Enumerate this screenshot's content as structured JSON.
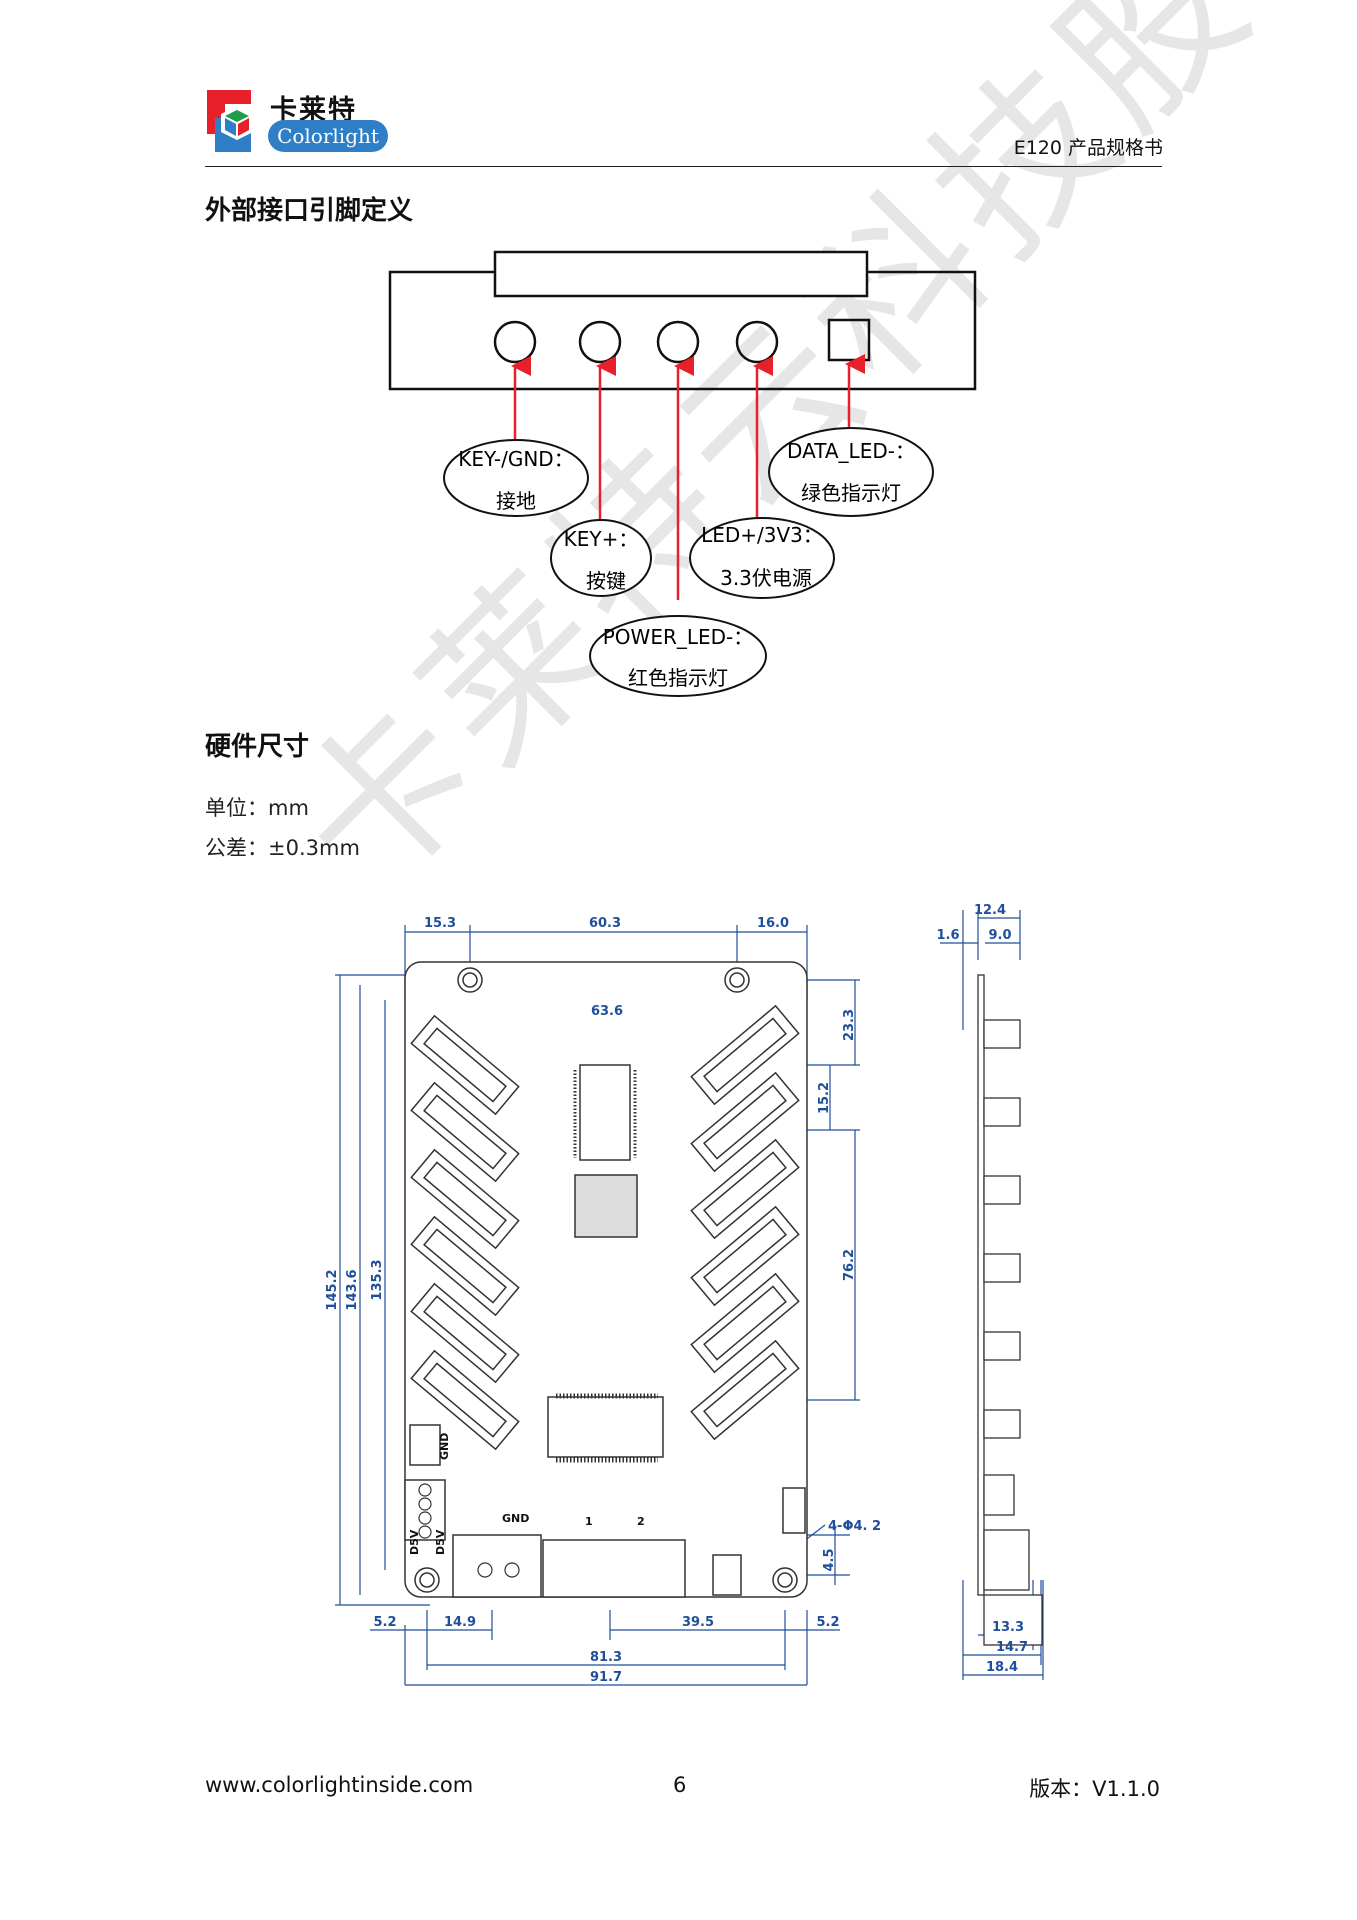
{
  "header": {
    "brand_cn": "卡莱特",
    "brand_en": "Colorlight",
    "doc_title": "E120 产品规格书"
  },
  "section1": {
    "title": "外部接口引脚定义"
  },
  "pin_labels": {
    "key_gnd": [
      "KEY-/GND：",
      "接地"
    ],
    "key_plus": [
      "KEY+：",
      "按键"
    ],
    "power_led": [
      "POWER_LED-：",
      "红色指示灯"
    ],
    "led_3v3": [
      "LED+/3V3：",
      "3.3伏电源"
    ],
    "data_led": [
      "DATA_LED-：",
      "绿色指示灯"
    ]
  },
  "section2": {
    "title": "硬件尺寸",
    "unit": "单位：mm",
    "tolerance": "公差：±0.3mm"
  },
  "dimensions": {
    "top_15_3": "15.3",
    "top_60_3": "60.3",
    "top_16_0": "16.0",
    "inner_63_6": "63.6",
    "right_23_3": "23.3",
    "right_15_2": "15.2",
    "right_76_2": "76.2",
    "left_145_2": "145.2",
    "left_143_6": "143.6",
    "left_135_3": "135.3",
    "hole_label": "4-Φ4. 2",
    "right_4_5": "4.5",
    "bot_5_2_l": "5.2",
    "bot_14_9": "14.9",
    "bot_39_5": "39.5",
    "bot_5_2_r": "5.2",
    "bot_81_3": "81.3",
    "bot_91_7": "91.7",
    "side_12_4": "12.4",
    "side_1_6": "1.6",
    "side_9_0": "9.0",
    "side_13_3": "13.3",
    "side_14_7": "14.7",
    "side_18_4": "18.4",
    "pcb_gnd1": "GND",
    "pcb_gnd2": "GND",
    "pcb_d5v1": "D5V",
    "pcb_d5v2": "D5V",
    "pcb_port1": "1",
    "pcb_port2": "2"
  },
  "footer": {
    "website": "www.colorlightinside.com",
    "page_number": "6",
    "version": "版本：V1.1.0"
  },
  "watermark": "卡莱特云科技股份有限公司",
  "colors": {
    "accent": "#e8202a",
    "brand_blue": "#2f7fc6",
    "dimension_blue": "#1f4e9b"
  }
}
